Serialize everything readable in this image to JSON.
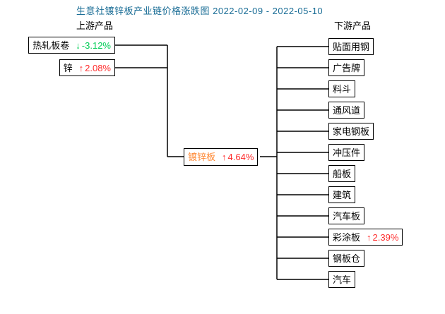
{
  "title": "生意社镀锌板产业链价格涨跌图 2022-02-09 - 2022-05-10",
  "upstream": {
    "label": "上游产品",
    "items": [
      {
        "name": "热轧板卷",
        "arrow": "↓",
        "value": "-3.12%",
        "direction": "down"
      },
      {
        "name": "锌",
        "arrow": "↑",
        "value": "2.08%",
        "direction": "up"
      }
    ]
  },
  "core": {
    "name": "镀锌板",
    "arrow": "↑",
    "value": "4.64%",
    "direction": "up"
  },
  "downstream": {
    "label": "下游产品",
    "items": [
      {
        "name": "贴面用钢"
      },
      {
        "name": "广告牌"
      },
      {
        "name": "料斗"
      },
      {
        "name": "通风道"
      },
      {
        "name": "家电钢板"
      },
      {
        "name": "冲压件"
      },
      {
        "name": "船板"
      },
      {
        "name": "建筑"
      },
      {
        "name": "汽车板"
      },
      {
        "name": "彩涂板",
        "arrow": "↑",
        "value": "2.39%",
        "direction": "up"
      },
      {
        "name": "钢板仓"
      },
      {
        "name": "汽车"
      }
    ]
  },
  "colors": {
    "title": "#1a6d96",
    "up": "#fe2c2c",
    "down": "#00cd55",
    "core_product": "#ff8833",
    "line": "#000000"
  }
}
